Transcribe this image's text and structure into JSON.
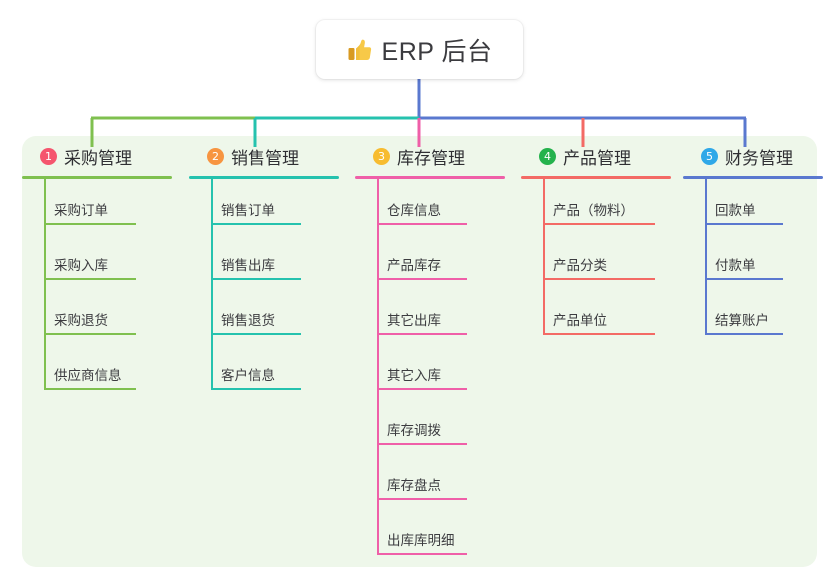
{
  "diagram": {
    "type": "mindmap-tree",
    "root": {
      "label": "ERP 后台",
      "icon": "thumbs-up-icon",
      "icon_color": "#f5c13a"
    },
    "panel_color": "#eef7ea",
    "branches": [
      {
        "index": "1",
        "title": "采购管理",
        "badge_color": "#f5556e",
        "line_color": "#7fc04f",
        "children": [
          "采购订单",
          "采购入库",
          "采购退货",
          "供应商信息"
        ]
      },
      {
        "index": "2",
        "title": "销售管理",
        "badge_color": "#f79541",
        "line_color": "#25c2ae",
        "children": [
          "销售订单",
          "销售出库",
          "销售退货",
          "客户信息"
        ]
      },
      {
        "index": "3",
        "title": "库存管理",
        "badge_color": "#f7bc30",
        "line_color": "#ef5fa8",
        "children": [
          "仓库信息",
          "产品库存",
          "其它出库",
          "其它入库",
          "库存调拨",
          "库存盘点",
          "出库库明细"
        ]
      },
      {
        "index": "4",
        "title": "产品管理",
        "badge_color": "#24b24c",
        "line_color": "#f36a65",
        "children": [
          "产品（物料）",
          "产品分类",
          "产品单位"
        ]
      },
      {
        "index": "5",
        "title": "财务管理",
        "badge_color": "#2fa8e8",
        "line_color": "#5a78cf",
        "children": [
          "回款单",
          "付款单",
          "结算账户"
        ]
      }
    ]
  }
}
